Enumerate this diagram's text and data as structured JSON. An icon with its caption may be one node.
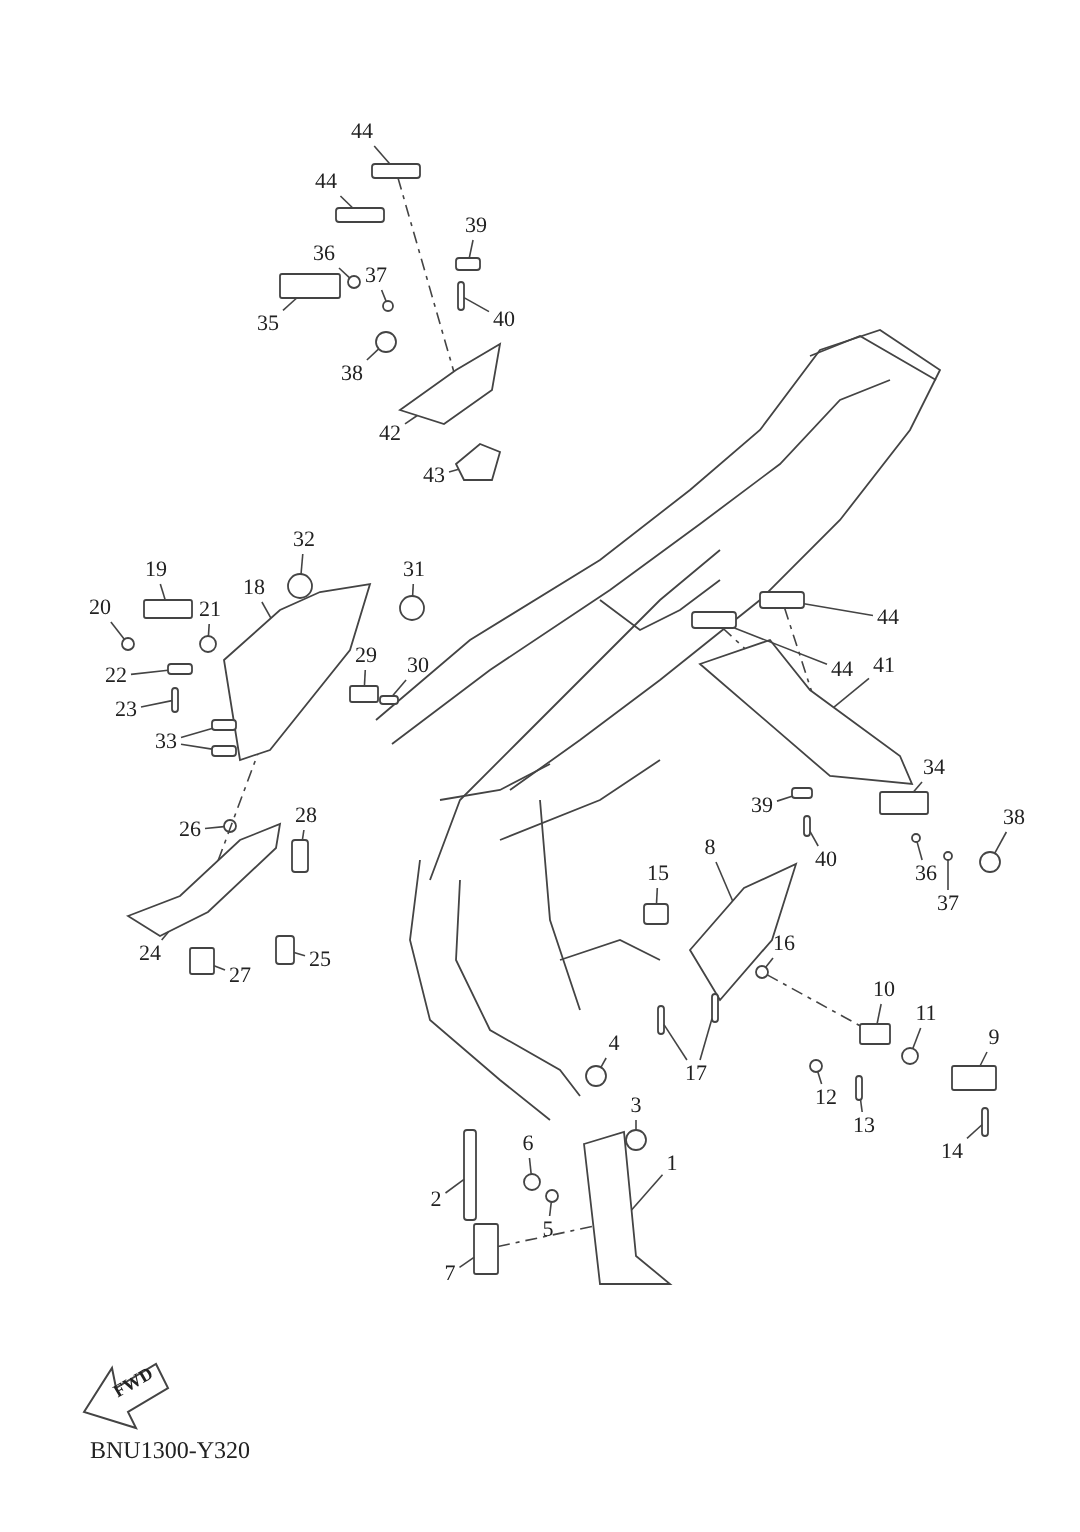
{
  "diagram": {
    "nodes": [
      {
        "text": [
          "44"
        ]
      },
      {
        "text": [
          "44"
        ]
      },
      {
        "text": [
          "39"
        ]
      },
      {
        "text": [
          "36"
        ]
      },
      {
        "text": [
          "37"
        ]
      },
      {
        "text": [
          "35"
        ]
      },
      {
        "text": [
          "40"
        ]
      },
      {
        "text": [
          "38"
        ]
      },
      {
        "text": [
          "42"
        ]
      },
      {
        "text": [
          "43"
        ]
      },
      {
        "text": [
          "32"
        ]
      },
      {
        "text": [
          "19"
        ]
      },
      {
        "text": [
          "18"
        ]
      },
      {
        "text": [
          "31"
        ]
      },
      {
        "text": [
          "20"
        ]
      },
      {
        "text": [
          "21"
        ]
      },
      {
        "text": [
          "22"
        ]
      },
      {
        "text": [
          "29"
        ]
      },
      {
        "text": [
          "30"
        ]
      },
      {
        "text": [
          "23"
        ]
      },
      {
        "text": [
          "33"
        ]
      },
      {
        "text": [
          "26"
        ]
      },
      {
        "text": [
          "28"
        ]
      },
      {
        "text": [
          "24"
        ]
      },
      {
        "text": [
          "25"
        ]
      },
      {
        "text": [
          "27"
        ]
      },
      {
        "text": [
          "44"
        ]
      },
      {
        "text": [
          "44"
        ]
      },
      {
        "text": [
          "41"
        ]
      },
      {
        "text": [
          "34"
        ]
      },
      {
        "text": [
          "39"
        ]
      },
      {
        "text": [
          "40"
        ]
      },
      {
        "text": [
          "38"
        ]
      },
      {
        "text": [
          "36"
        ]
      },
      {
        "text": [
          "37"
        ]
      },
      {
        "text": [
          "8"
        ]
      },
      {
        "text": [
          "15"
        ]
      },
      {
        "text": [
          "16"
        ]
      },
      {
        "text": [
          "10"
        ]
      },
      {
        "text": [
          "11"
        ]
      },
      {
        "text": [
          "9"
        ]
      },
      {
        "text": [
          "17"
        ]
      },
      {
        "text": [
          "12"
        ]
      },
      {
        "text": [
          "13"
        ]
      },
      {
        "text": [
          "14"
        ]
      },
      {
        "text": [
          "4"
        ]
      },
      {
        "text": [
          "3"
        ]
      },
      {
        "text": [
          "6"
        ]
      },
      {
        "text": [
          "2"
        ]
      },
      {
        "text": [
          "5"
        ]
      },
      {
        "text": [
          "7"
        ]
      },
      {
        "text": [
          "1"
        ]
      },
      {
        "text": [],
        "shape": "bar"
      },
      {
        "text": [],
        "shape": "bar"
      },
      {
        "text": [],
        "shape": "bar"
      },
      {
        "text": [],
        "shape": "circle"
      },
      {
        "text": [],
        "shape": "circle"
      },
      {
        "text": [],
        "shape": "box"
      },
      {
        "text": [],
        "shape": "bar"
      },
      {
        "text": [],
        "shape": "circle"
      },
      {
        "text": [],
        "shape": "picture"
      },
      {
        "text": [],
        "shape": "picture"
      },
      {
        "text": [],
        "shape": "circle"
      },
      {
        "text": [],
        "shape": "box"
      },
      {
        "text": [],
        "shape": "picture"
      },
      {
        "text": [],
        "shape": "circle"
      },
      {
        "text": [],
        "shape": "circle"
      },
      {
        "text": [],
        "shape": "circle"
      },
      {
        "text": [],
        "shape": "bar"
      },
      {
        "text": [],
        "shape": "box"
      },
      {
        "text": [],
        "shape": "bar"
      },
      {
        "text": [],
        "shape": "bar"
      },
      {
        "text": [],
        "shape": "bar"
      },
      {
        "text": [],
        "shape": "bar"
      },
      {
        "text": [],
        "shape": "circle"
      },
      {
        "text": [],
        "shape": "bar"
      },
      {
        "text": [],
        "shape": "picture"
      },
      {
        "text": [],
        "shape": "bar"
      },
      {
        "text": [],
        "shape": "box"
      },
      {
        "text": [],
        "shape": "bar"
      },
      {
        "text": [],
        "shape": "bar"
      },
      {
        "text": [],
        "shape": "picture"
      },
      {
        "text": [],
        "shape": "box"
      },
      {
        "text": [],
        "shape": "bar"
      },
      {
        "text": [],
        "shape": "bar"
      },
      {
        "text": [],
        "shape": "circle"
      },
      {
        "text": [],
        "shape": "circle"
      },
      {
        "text": [],
        "shape": "circle"
      },
      {
        "text": [],
        "shape": "picture"
      },
      {
        "text": [],
        "shape": "bar"
      },
      {
        "text": [],
        "shape": "circle"
      },
      {
        "text": [],
        "shape": "box"
      },
      {
        "text": [],
        "shape": "circle"
      },
      {
        "text": [],
        "shape": "box"
      },
      {
        "text": [],
        "shape": "bar"
      },
      {
        "text": [],
        "shape": "bar"
      },
      {
        "text": [],
        "shape": "circle"
      },
      {
        "text": [],
        "shape": "bar"
      },
      {
        "text": [],
        "shape": "bar"
      },
      {
        "text": [],
        "shape": "circle"
      },
      {
        "text": [],
        "shape": "circle"
      },
      {
        "text": [],
        "shape": "circle"
      },
      {
        "text": [],
        "shape": "bar"
      },
      {
        "text": [],
        "shape": "circle"
      },
      {
        "text": [],
        "shape": "box"
      },
      {
        "text": [],
        "shape": "picture"
      }
    ],
    "edges": [
      {
        "from": 0,
        "to": 52,
        "arrow": "none"
      },
      {
        "from": 1,
        "to": 53,
        "arrow": "none"
      },
      {
        "from": 2,
        "to": 54,
        "arrow": "none"
      },
      {
        "from": 3,
        "to": 55,
        "arrow": "none"
      },
      {
        "from": 4,
        "to": 56,
        "arrow": "none"
      },
      {
        "from": 5,
        "to": 57,
        "arrow": "none"
      },
      {
        "from": 6,
        "to": 58,
        "arrow": "none"
      },
      {
        "from": 7,
        "to": 59,
        "arrow": "none"
      },
      {
        "from": 8,
        "to": 60,
        "arrow": "none"
      },
      {
        "from": 9,
        "to": 61,
        "arrow": "none"
      },
      {
        "from": 10,
        "to": 62,
        "arrow": "none"
      },
      {
        "from": 11,
        "to": 63,
        "arrow": "none"
      },
      {
        "from": 12,
        "to": 64,
        "arrow": "none"
      },
      {
        "from": 13,
        "to": 65,
        "arrow": "none"
      },
      {
        "from": 14,
        "to": 66,
        "arrow": "none"
      },
      {
        "from": 15,
        "to": 67,
        "arrow": "none"
      },
      {
        "from": 16,
        "to": 68,
        "arrow": "none"
      },
      {
        "from": 17,
        "to": 69,
        "arrow": "none"
      },
      {
        "from": 18,
        "to": 70,
        "arrow": "none"
      },
      {
        "from": 19,
        "to": 71,
        "arrow": "none"
      },
      {
        "from": 20,
        "to": 72,
        "arrow": "none"
      },
      {
        "from": 20,
        "to": 73,
        "arrow": "none"
      },
      {
        "from": 21,
        "to": 74,
        "arrow": "none"
      },
      {
        "from": 22,
        "to": 75,
        "arrow": "none"
      },
      {
        "from": 23,
        "to": 76,
        "arrow": "none"
      },
      {
        "from": 24,
        "to": 77,
        "arrow": "none"
      },
      {
        "from": 25,
        "to": 78,
        "arrow": "none"
      },
      {
        "from": 26,
        "to": 79,
        "arrow": "none"
      },
      {
        "from": 27,
        "to": 80,
        "arrow": "none"
      },
      {
        "from": 28,
        "to": 81,
        "arrow": "none"
      },
      {
        "from": 29,
        "to": 82,
        "arrow": "none"
      },
      {
        "from": 30,
        "to": 83,
        "arrow": "none"
      },
      {
        "from": 31,
        "to": 84,
        "arrow": "none"
      },
      {
        "from": 32,
        "to": 85,
        "arrow": "none"
      },
      {
        "from": 33,
        "to": 86,
        "arrow": "none"
      },
      {
        "from": 34,
        "to": 87,
        "arrow": "none"
      },
      {
        "from": 35,
        "to": 88,
        "arrow": "none"
      },
      {
        "from": 36,
        "to": 89,
        "arrow": "none"
      },
      {
        "from": 37,
        "to": 90,
        "arrow": "none"
      },
      {
        "from": 38,
        "to": 91,
        "arrow": "none"
      },
      {
        "from": 39,
        "to": 92,
        "arrow": "none"
      },
      {
        "from": 40,
        "to": 93,
        "arrow": "none"
      },
      {
        "from": 41,
        "to": 94,
        "arrow": "none"
      },
      {
        "from": 41,
        "to": 95,
        "arrow": "none"
      },
      {
        "from": 42,
        "to": 96,
        "arrow": "none"
      },
      {
        "from": 43,
        "to": 97,
        "arrow": "none"
      },
      {
        "from": 44,
        "to": 98,
        "arrow": "none"
      },
      {
        "from": 45,
        "to": 99,
        "arrow": "none"
      },
      {
        "from": 46,
        "to": 100,
        "arrow": "none"
      },
      {
        "from": 47,
        "to": 101,
        "arrow": "none"
      },
      {
        "from": 48,
        "to": 102,
        "arrow": "none"
      },
      {
        "from": 49,
        "to": 103,
        "arrow": "none"
      },
      {
        "from": 50,
        "to": 104,
        "arrow": "none"
      },
      {
        "from": 51,
        "to": 105,
        "arrow": "none"
      },
      {
        "from": 52,
        "to": 60,
        "arrow": "none",
        "style": "dashed"
      },
      {
        "from": 79,
        "to": 81,
        "arrow": "none",
        "style": "dashed"
      },
      {
        "from": 80,
        "to": 81,
        "arrow": "none",
        "style": "dashed"
      },
      {
        "from": 76,
        "to": 64,
        "arrow": "none",
        "style": "dashed"
      },
      {
        "from": 104,
        "to": 105,
        "arrow": "none",
        "style": "dashed"
      },
      {
        "from": 90,
        "to": 91,
        "arrow": "none",
        "style": "dashed"
      }
    ],
    "labels": [
      "FWD",
      "BNU1300-Y320"
    ]
  }
}
